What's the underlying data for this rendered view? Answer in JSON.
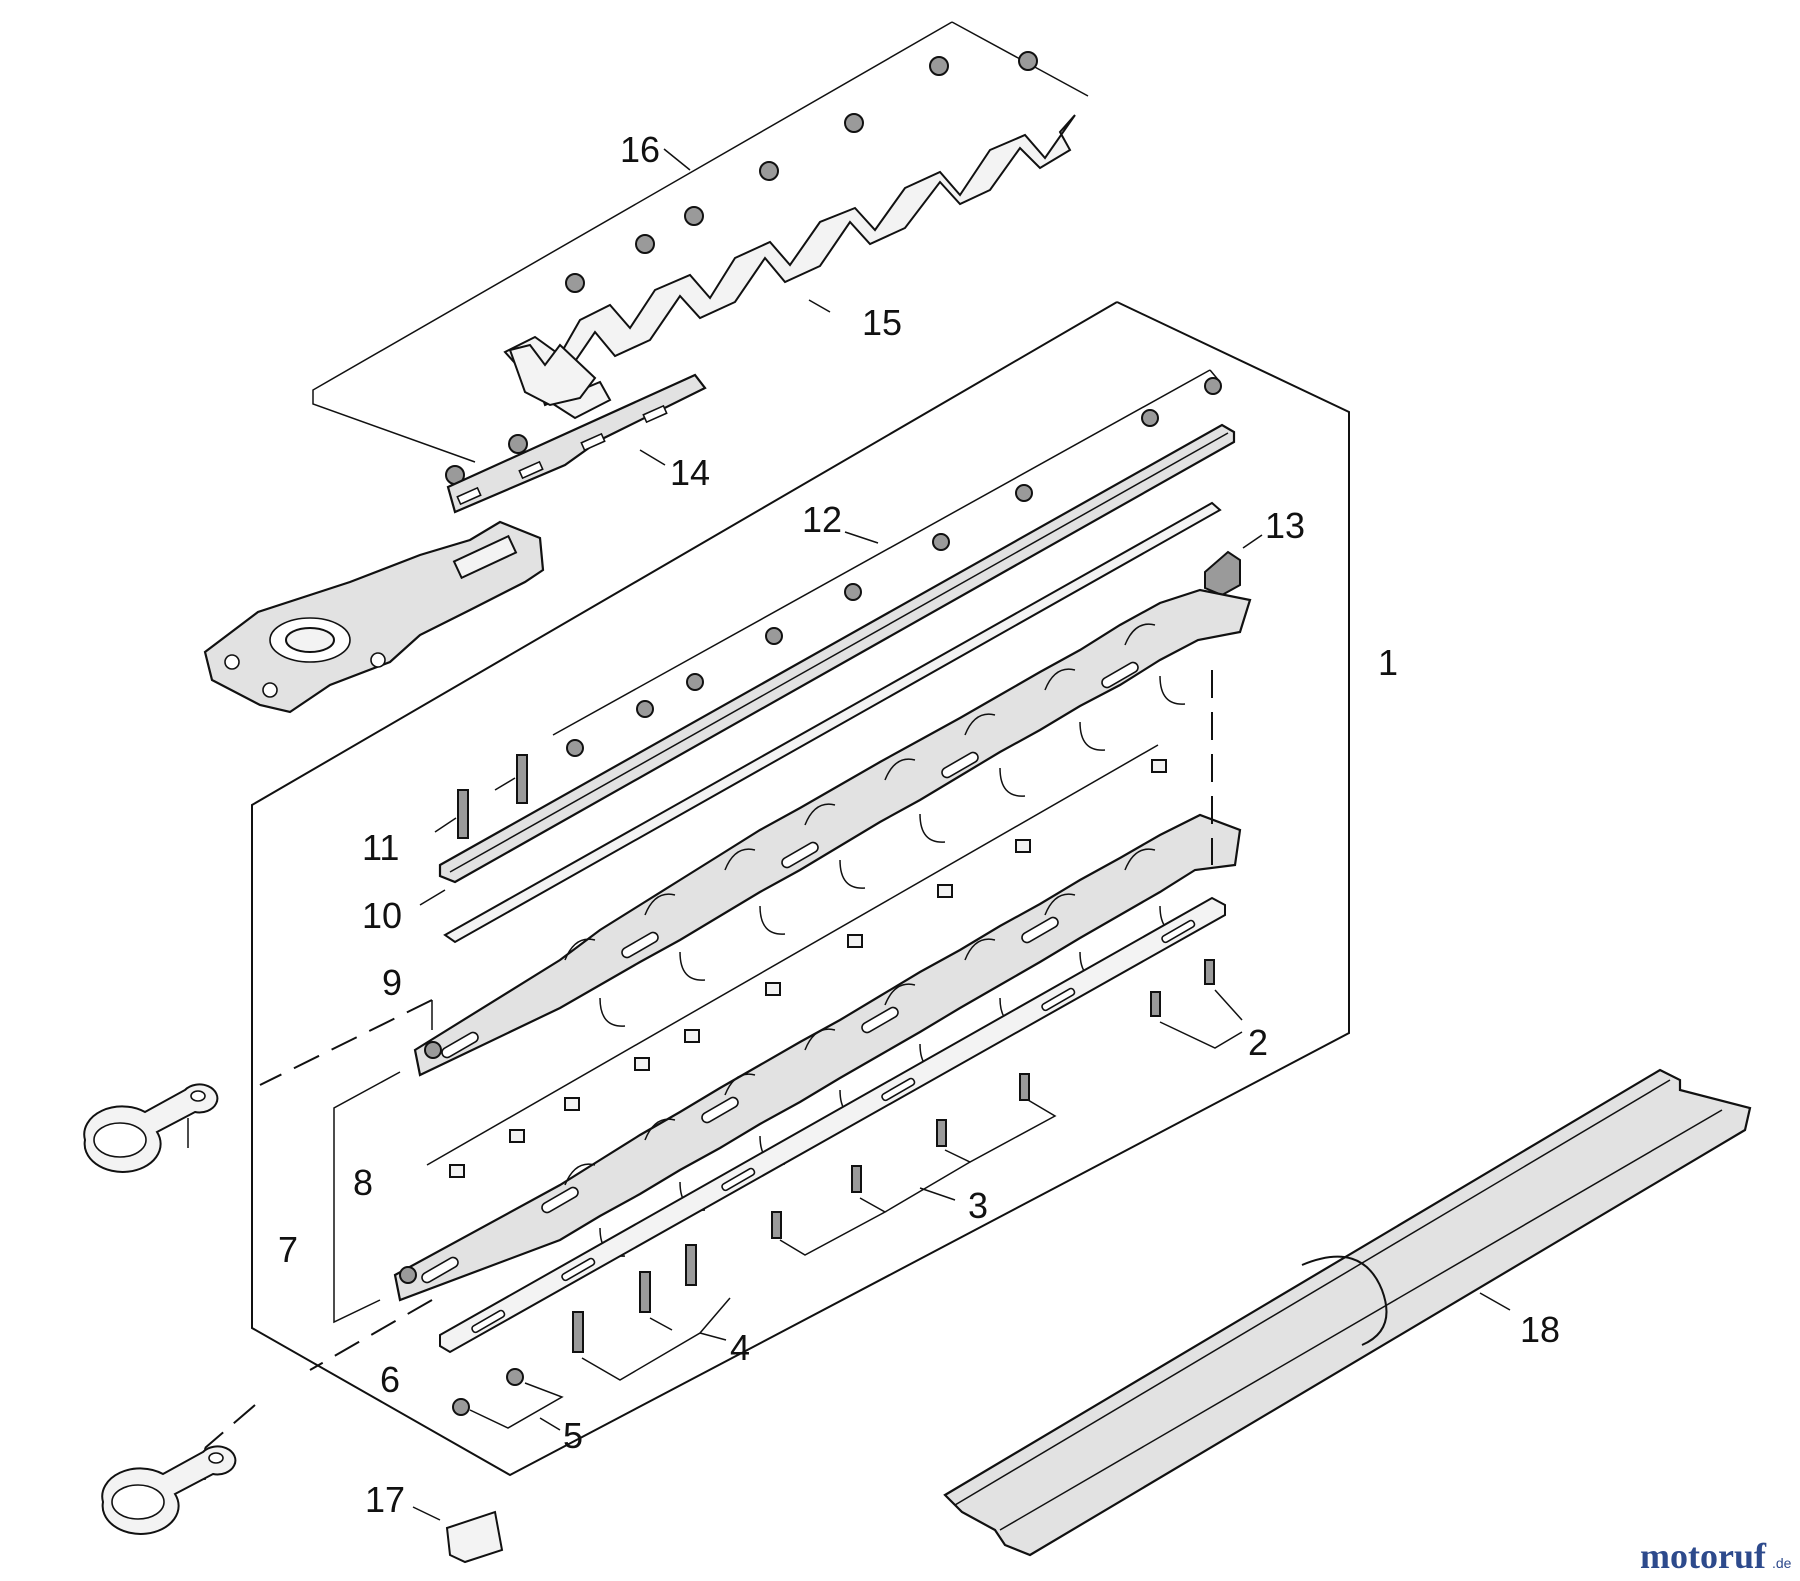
{
  "callouts": [
    "1",
    "2",
    "3",
    "4",
    "5",
    "6",
    "7",
    "8",
    "9",
    "10",
    "11",
    "12",
    "13",
    "14",
    "15",
    "16",
    "17",
    "18"
  ],
  "watermark": {
    "brand": "motoruf",
    "tld": ".de"
  },
  "colors": {
    "line": "#111111",
    "part_fill": "#e2e2e2",
    "logo_blue": "#2d4a8c",
    "logo_orange": "#e08a1a"
  }
}
